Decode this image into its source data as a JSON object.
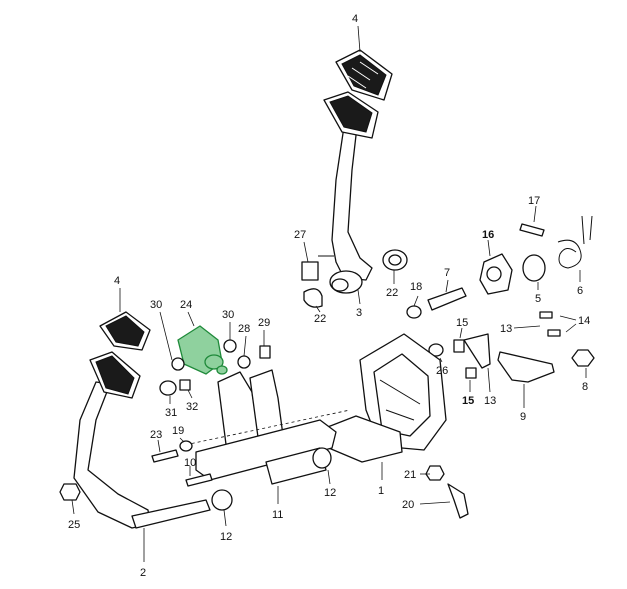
{
  "diagram": {
    "highlight_color": "#8fd19e",
    "callouts": [
      {
        "id": "c1",
        "text": "4"
      },
      {
        "id": "c2",
        "text": "27"
      },
      {
        "id": "c3",
        "text": "22"
      },
      {
        "id": "c4",
        "text": "3"
      },
      {
        "id": "c5",
        "text": "22"
      },
      {
        "id": "c6",
        "text": "18"
      },
      {
        "id": "c7",
        "text": "7"
      },
      {
        "id": "c8",
        "text": "16"
      },
      {
        "id": "c9",
        "text": "17"
      },
      {
        "id": "c10",
        "text": "5"
      },
      {
        "id": "c11",
        "text": "6"
      },
      {
        "id": "c12",
        "text": "14"
      },
      {
        "id": "c13",
        "text": "13"
      },
      {
        "id": "c14",
        "text": "15"
      },
      {
        "id": "c15",
        "text": "26"
      },
      {
        "id": "c16",
        "text": "15"
      },
      {
        "id": "c17",
        "text": "13"
      },
      {
        "id": "c18",
        "text": "8"
      },
      {
        "id": "c19",
        "text": "9"
      },
      {
        "id": "c20",
        "text": "4"
      },
      {
        "id": "c21",
        "text": "30"
      },
      {
        "id": "c22",
        "text": "24"
      },
      {
        "id": "c23",
        "text": "30"
      },
      {
        "id": "c24",
        "text": "28"
      },
      {
        "id": "c25",
        "text": "29"
      },
      {
        "id": "c26",
        "text": "31"
      },
      {
        "id": "c27",
        "text": "32"
      },
      {
        "id": "c28",
        "text": "23"
      },
      {
        "id": "c29",
        "text": "19"
      },
      {
        "id": "c30",
        "text": "10"
      },
      {
        "id": "c31",
        "text": "11"
      },
      {
        "id": "c32",
        "text": "12"
      },
      {
        "id": "c33",
        "text": "1"
      },
      {
        "id": "c34",
        "text": "21"
      },
      {
        "id": "c35",
        "text": "20"
      },
      {
        "id": "c36",
        "text": "12"
      },
      {
        "id": "c37",
        "text": "25"
      },
      {
        "id": "c38",
        "text": "2"
      }
    ]
  }
}
